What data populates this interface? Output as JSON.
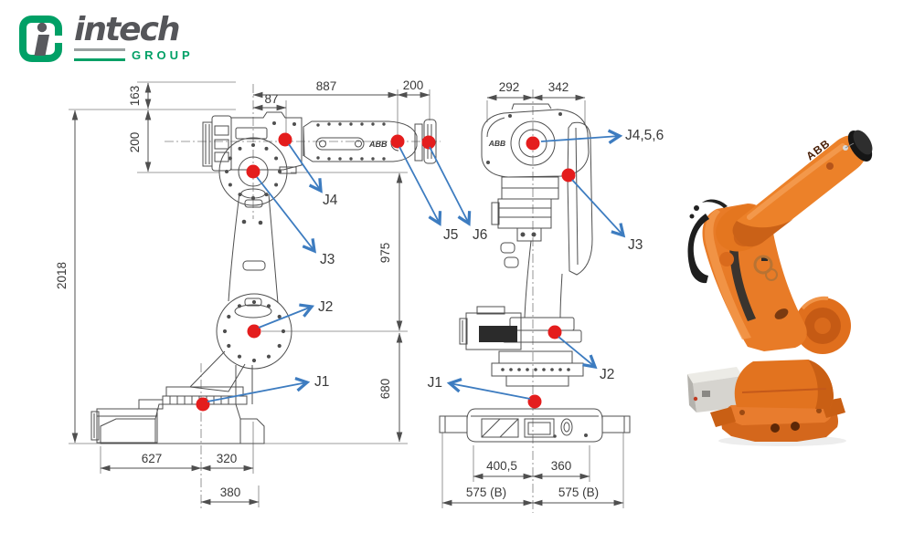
{
  "page": {
    "background": "#ffffff"
  },
  "logo": {
    "brand": "intech",
    "group": "GROUP",
    "colors": {
      "green": "#00a066",
      "gray": "#55565a"
    }
  },
  "palette": {
    "drawing_line": "#4f4f4f",
    "dimension_text": "#3a3a3a",
    "leader_arrow_blue": "#3d7cc0",
    "joint_marker_red": "#e41d1d",
    "robot_orange": "#e8762a"
  },
  "side_view": {
    "dims": {
      "height_163": "163",
      "height_200": "200",
      "height_2018": "2018",
      "width_87": "87",
      "width_887": "887",
      "width_200": "200",
      "height_975": "975",
      "height_680": "680",
      "width_627": "627",
      "width_320": "320",
      "width_380": "380"
    },
    "joints": {
      "j1": "J1",
      "j2": "J2",
      "j3": "J3",
      "j4": "J4",
      "j5": "J5",
      "j6": "J6"
    },
    "brand_mark": "ABB"
  },
  "front_view": {
    "dims": {
      "width_292": "292",
      "width_342": "342",
      "width_400_5": "400,5",
      "width_360": "360",
      "width_575_left": "575 (B)",
      "width_575_right": "575 (B)"
    },
    "joints": {
      "j456": "J4,5,6",
      "j3": "J3",
      "j2": "J2",
      "j1": "J1"
    },
    "brand_mark": "ABB"
  },
  "photo": {
    "brand_mark": "ABB"
  }
}
